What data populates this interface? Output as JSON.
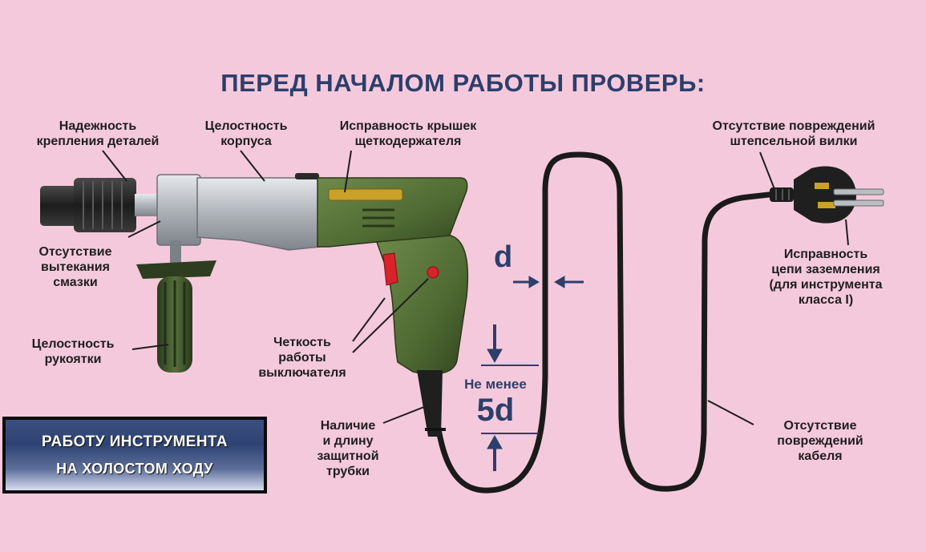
{
  "title": "ПЕРЕД НАЧАЛОМ РАБОТЫ ПРОВЕРЬ:",
  "labels": {
    "fastening": "Надежность\nкрепления деталей",
    "body": "Целостность\nкорпуса",
    "brush_covers": "Исправность крышек\nщеткодержателя",
    "plug": "Отсутствие повреждений\nштепсельной вилки",
    "lubricant": "Отсутствие\nвытекания\nсмазки",
    "handle": "Целостность\nрукоятки",
    "switch": "Четкость\nработы\nвыключателя",
    "grounding": "Исправность\nцепи заземления\n(для инструмента\nкласса I)",
    "tube": "Наличие\nи длину\nзащитной\nтрубки",
    "cable": "Отсутствие\nповреждений\nкабеля"
  },
  "dimension": {
    "d": "d",
    "min_text": "Не менее",
    "min_value": "5d"
  },
  "banner": {
    "line1": "РАБОТУ ИНСТРУМЕНТА",
    "line2": "НА ХОЛОСТОМ ХОДУ"
  },
  "colors": {
    "background": "#f5c9dc",
    "title": "#2c3f6b",
    "drill_green": "#4f6a33",
    "drill_gray": "#b9bec3",
    "trigger_red": "#d8232a"
  }
}
